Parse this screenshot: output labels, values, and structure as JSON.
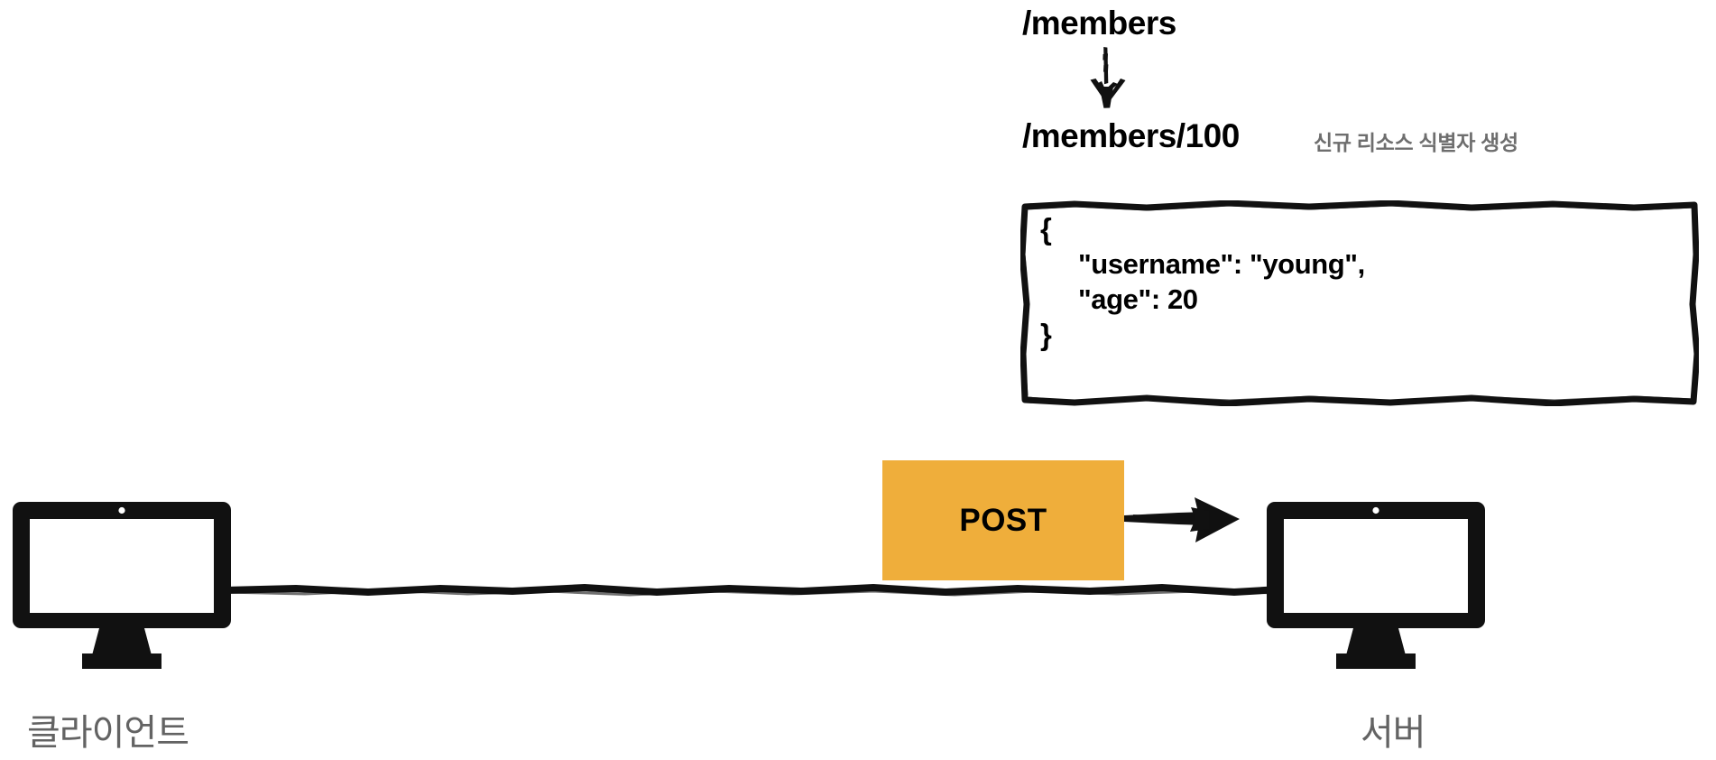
{
  "diagram": {
    "title": "REST POST request diagram",
    "colors": {
      "method_badge_bg": "#efae3b",
      "ink": "#000000",
      "caption_gray": "#636363",
      "annotation_gray": "#6e6e6e",
      "background": "#ffffff"
    }
  },
  "endpoints": {
    "collection": "/members",
    "resource": "/members/100",
    "annotation": "신규 리소스 식별자 생성"
  },
  "payload": {
    "open_brace": "{",
    "close_brace": "}",
    "lines": [
      {
        "key": "\"username\":",
        "value": "\"young\","
      },
      {
        "key": "\"age\":",
        "value": "20"
      }
    ]
  },
  "request": {
    "method": "POST"
  },
  "nodes": {
    "client": {
      "caption": "클라이언트",
      "icon": "monitor-icon"
    },
    "server": {
      "caption": "서버",
      "icon": "monitor-icon"
    }
  },
  "icons": {
    "down_arrow": "arrow-down-icon",
    "right_arrow": "arrow-right-icon",
    "connection": "connection-line-icon"
  }
}
